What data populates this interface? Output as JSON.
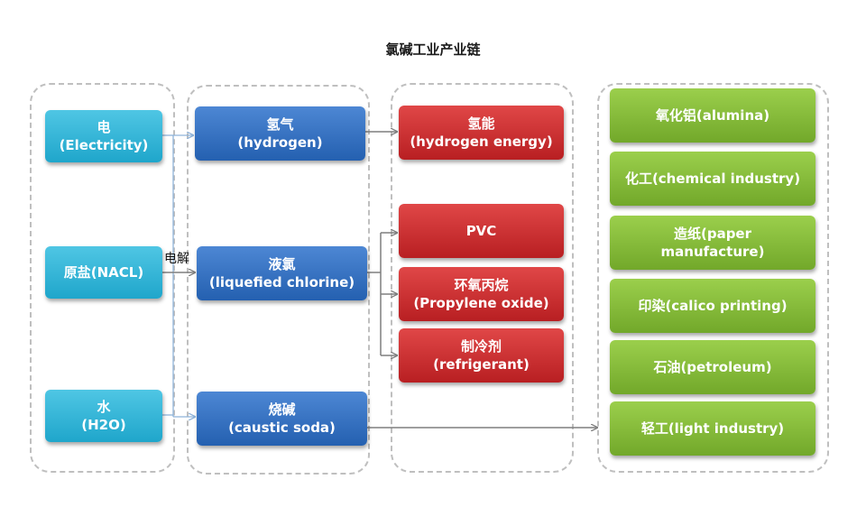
{
  "title": "氯碱工业产业链",
  "edge_label": "电解",
  "inputs": [
    {
      "line1": "电",
      "line2": "(Electricity)"
    },
    {
      "line1": "原盐(NACL)",
      "line2": ""
    },
    {
      "line1": "水",
      "line2": "(H2O)"
    }
  ],
  "products": [
    {
      "line1": "氢气",
      "line2": "(hydrogen)"
    },
    {
      "line1": "液氯",
      "line2": "(liquefied chlorine)"
    },
    {
      "line1": "烧碱",
      "line2": "(caustic soda)"
    }
  ],
  "derivatives": [
    {
      "line1": "氢能",
      "line2": "(hydrogen energy)"
    },
    {
      "line1": "PVC",
      "line2": ""
    },
    {
      "line1": "环氧丙烷",
      "line2": "(Propylene oxide)"
    },
    {
      "line1": "制冷剂",
      "line2": "(refrigerant)"
    }
  ],
  "applications": [
    {
      "line1": "氧化铝(alumina)",
      "line2": ""
    },
    {
      "line1": "化工(chemical industry)",
      "line2": ""
    },
    {
      "line1": "造纸(paper",
      "line2": "manufacture)"
    },
    {
      "line1": "印染(calico printing)",
      "line2": ""
    },
    {
      "line1": "石油(petroleum)",
      "line2": ""
    },
    {
      "line1": "轻工(light industry)",
      "line2": ""
    }
  ],
  "colors": {
    "input": "#2bb0d6",
    "product": "#2f6fc4",
    "derivative": "#c9282b",
    "application": "#84ba38",
    "arrow": "#7f7f7f"
  }
}
